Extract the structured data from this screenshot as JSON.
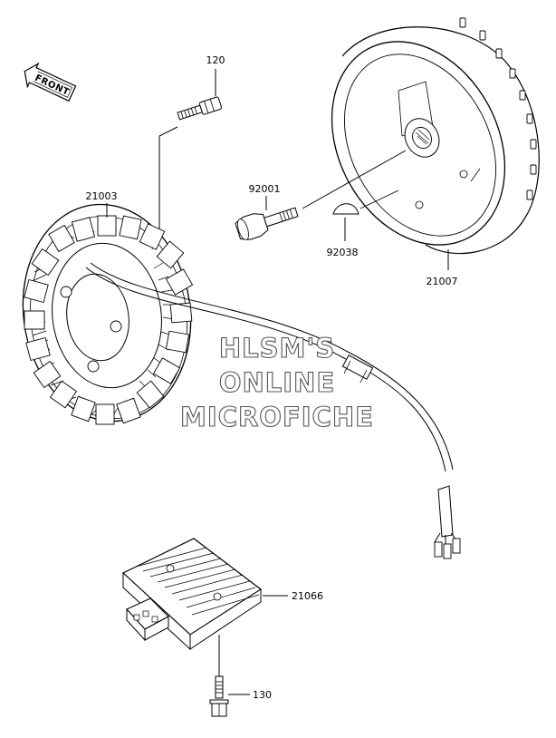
{
  "direction_marker": {
    "text": "FRONT"
  },
  "callouts": [
    {
      "id": "bolt-120",
      "text": "120"
    },
    {
      "id": "stator",
      "text": "21003"
    },
    {
      "id": "bolt-92001",
      "text": "92001"
    },
    {
      "id": "key",
      "text": "92038"
    },
    {
      "id": "rotor",
      "text": "21007"
    },
    {
      "id": "regulator",
      "text": "21066"
    },
    {
      "id": "bolt-130",
      "text": "130"
    }
  ],
  "watermark": {
    "line1": "HLSM'S",
    "line2": "ONLINE",
    "line3": "MICROFICHE"
  }
}
